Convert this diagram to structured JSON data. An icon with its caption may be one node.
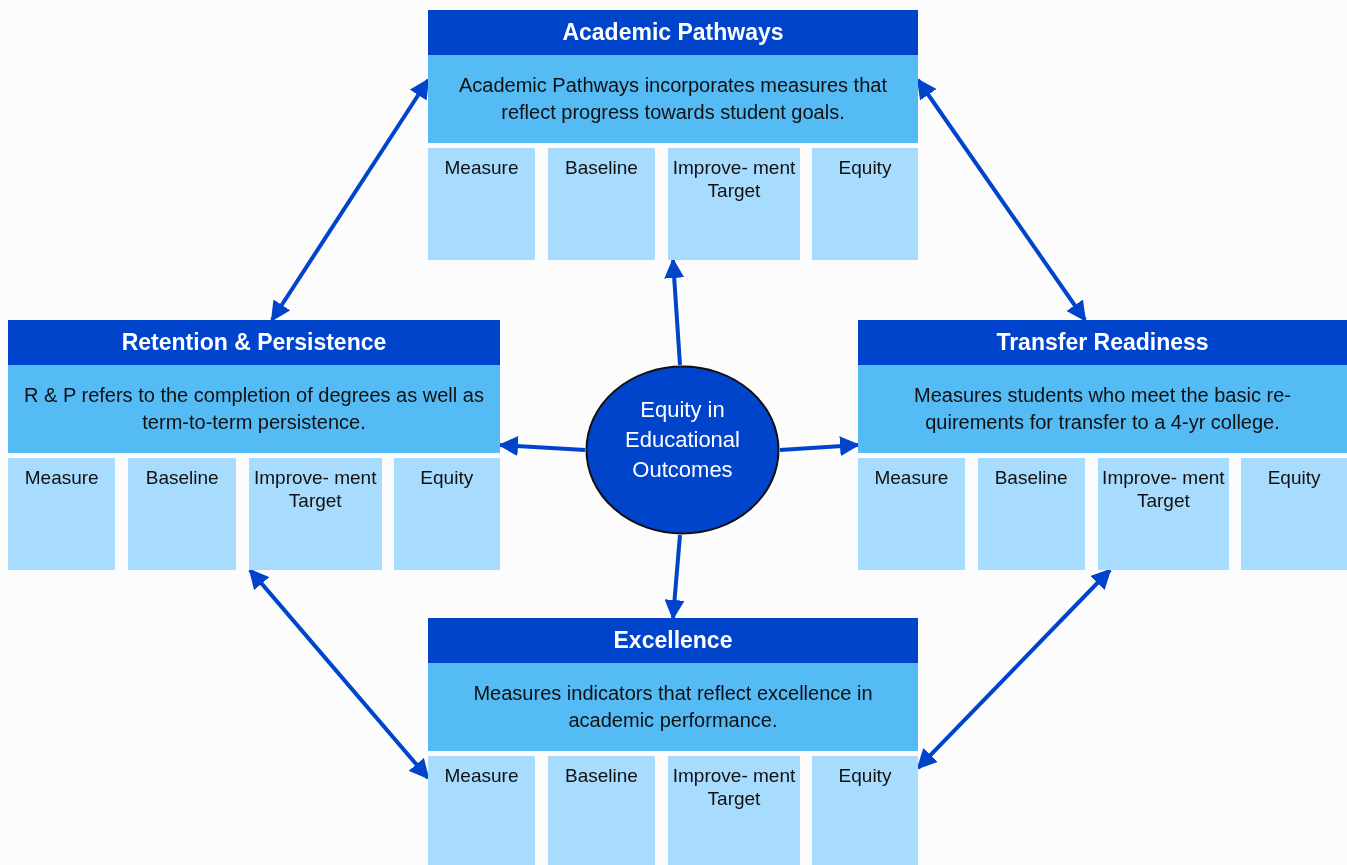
{
  "diagram": {
    "nodes": [
      {
        "text": [
          "Academic Pathways",
          "Academic Pathways incorporates measures that reflect progress towards student goals."
        ]
      },
      {
        "text": [
          "Measure"
        ],
        "in": 0
      },
      {
        "text": [
          "Baseline"
        ],
        "in": 0
      },
      {
        "text": [
          "Improve- ment Target"
        ],
        "in": 0
      },
      {
        "text": [
          "Equity"
        ],
        "in": 0
      },
      {
        "text": [
          "Retention & Persistence",
          "R & P refers to the completion of degrees as well as term-to-term persistence."
        ]
      },
      {
        "text": [
          "Measure"
        ],
        "in": 5
      },
      {
        "text": [
          "Baseline"
        ],
        "in": 5
      },
      {
        "text": [
          "Improve- ment Target"
        ],
        "in": 5
      },
      {
        "text": [
          "Equity"
        ],
        "in": 5
      },
      {
        "text": [
          "Equity in Educational Outcomes"
        ]
      },
      {
        "text": [
          "Transfer Readiness",
          "Measures students who meet the basic re- quirements for transfer to a 4-yr college."
        ]
      },
      {
        "text": [
          "Measure"
        ],
        "in": 11
      },
      {
        "text": [
          "Baseline"
        ],
        "in": 11
      },
      {
        "text": [
          "Improve- ment Target"
        ],
        "in": 11
      },
      {
        "text": [
          "Equity"
        ],
        "in": 11
      },
      {
        "text": [
          "Excellence",
          "Measures indicators that reflect excellence in academic performance."
        ]
      },
      {
        "text": [
          "Measure"
        ],
        "in": 16
      },
      {
        "text": [
          "Baseline"
        ],
        "in": 16
      },
      {
        "text": [
          "Improve- ment Target"
        ],
        "in": 16
      },
      {
        "text": [
          "Equity"
        ],
        "in": 16
      }
    ],
    "edges": [
      {
        "from": 10,
        "to": 0,
        "arrow": "to"
      },
      {
        "from": 10,
        "to": 5,
        "arrow": "to"
      },
      {
        "from": 10,
        "to": 11,
        "arrow": "to"
      },
      {
        "from": 10,
        "to": 16,
        "arrow": "to"
      },
      {
        "from": 0,
        "to": 5,
        "arrow": "both"
      },
      {
        "from": 0,
        "to": 11,
        "arrow": "both"
      },
      {
        "from": 5,
        "to": 16,
        "arrow": "both"
      },
      {
        "from": 11,
        "to": 16,
        "arrow": "both"
      }
    ]
  }
}
